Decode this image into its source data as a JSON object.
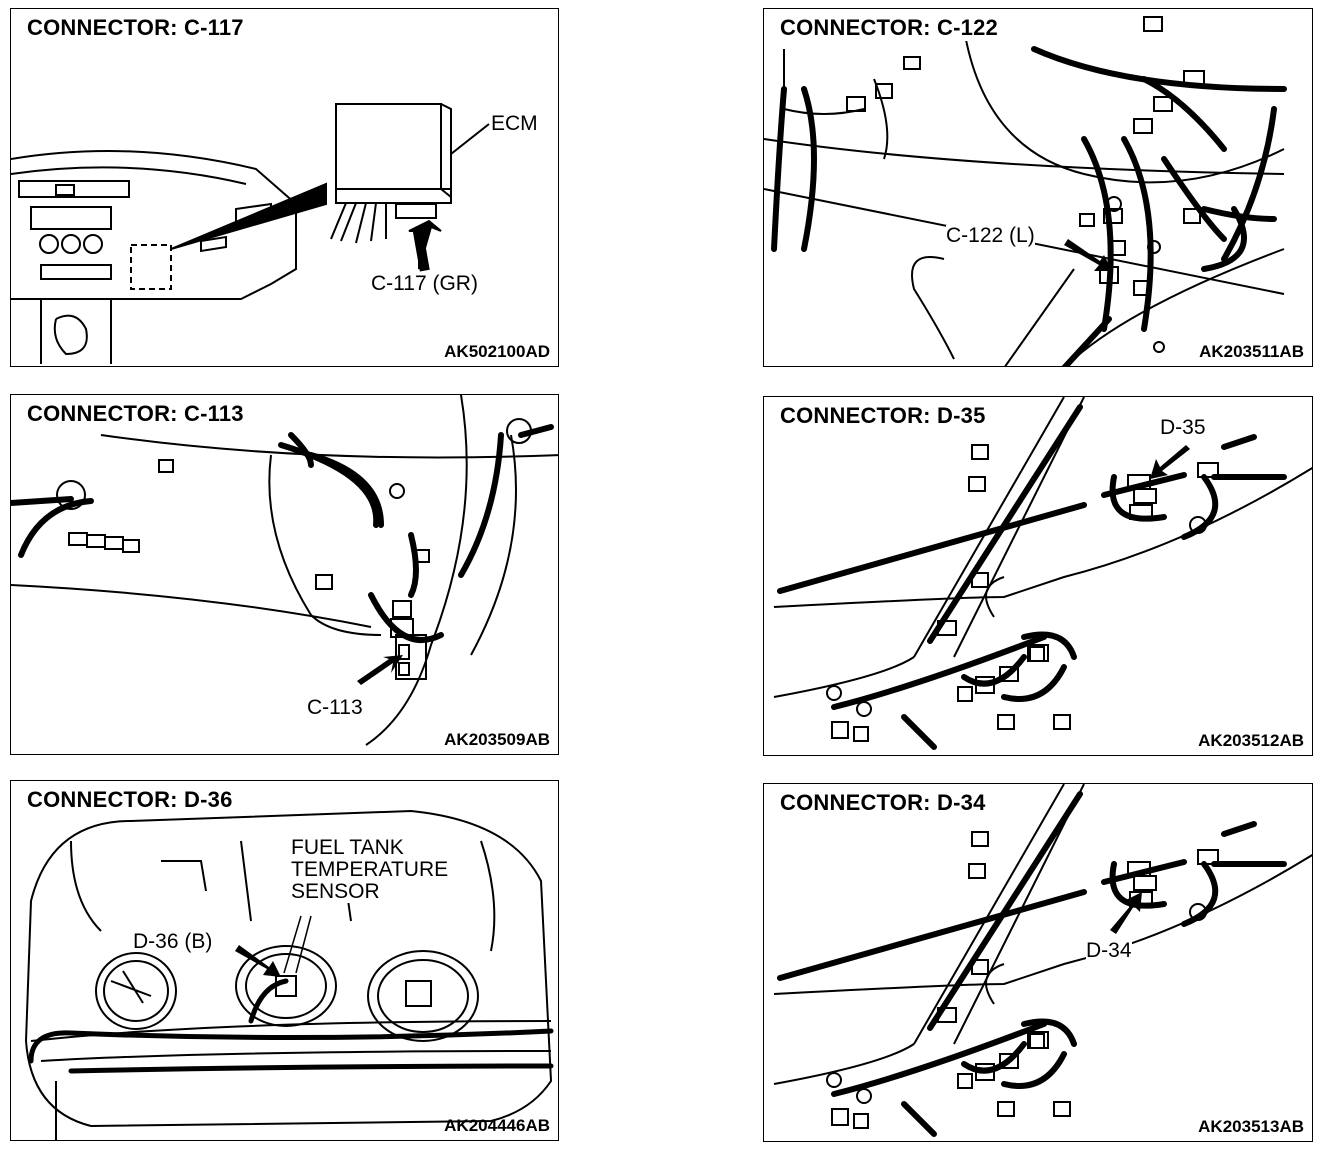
{
  "panels": [
    {
      "title": "CONNECTOR: C-117",
      "code": "AK502100AD",
      "labels": [
        "ECM",
        "C-117 (GR)"
      ]
    },
    {
      "title": "CONNECTOR: C-122",
      "code": "AK203511AB",
      "labels": [
        "C-122 (L)"
      ]
    },
    {
      "title": "CONNECTOR: C-113",
      "code": "AK203509AB",
      "labels": [
        "C-113"
      ]
    },
    {
      "title": "CONNECTOR: D-35",
      "code": "AK203512AB",
      "labels": [
        "D-35"
      ]
    },
    {
      "title": "CONNECTOR: D-36",
      "code": "AK204446AB",
      "labels": [
        "FUEL TANK",
        "TEMPERATURE",
        "SENSOR",
        "D-36 (B)"
      ]
    },
    {
      "title": "CONNECTOR: D-34",
      "code": "AK203513AB",
      "labels": [
        "D-34"
      ]
    }
  ]
}
